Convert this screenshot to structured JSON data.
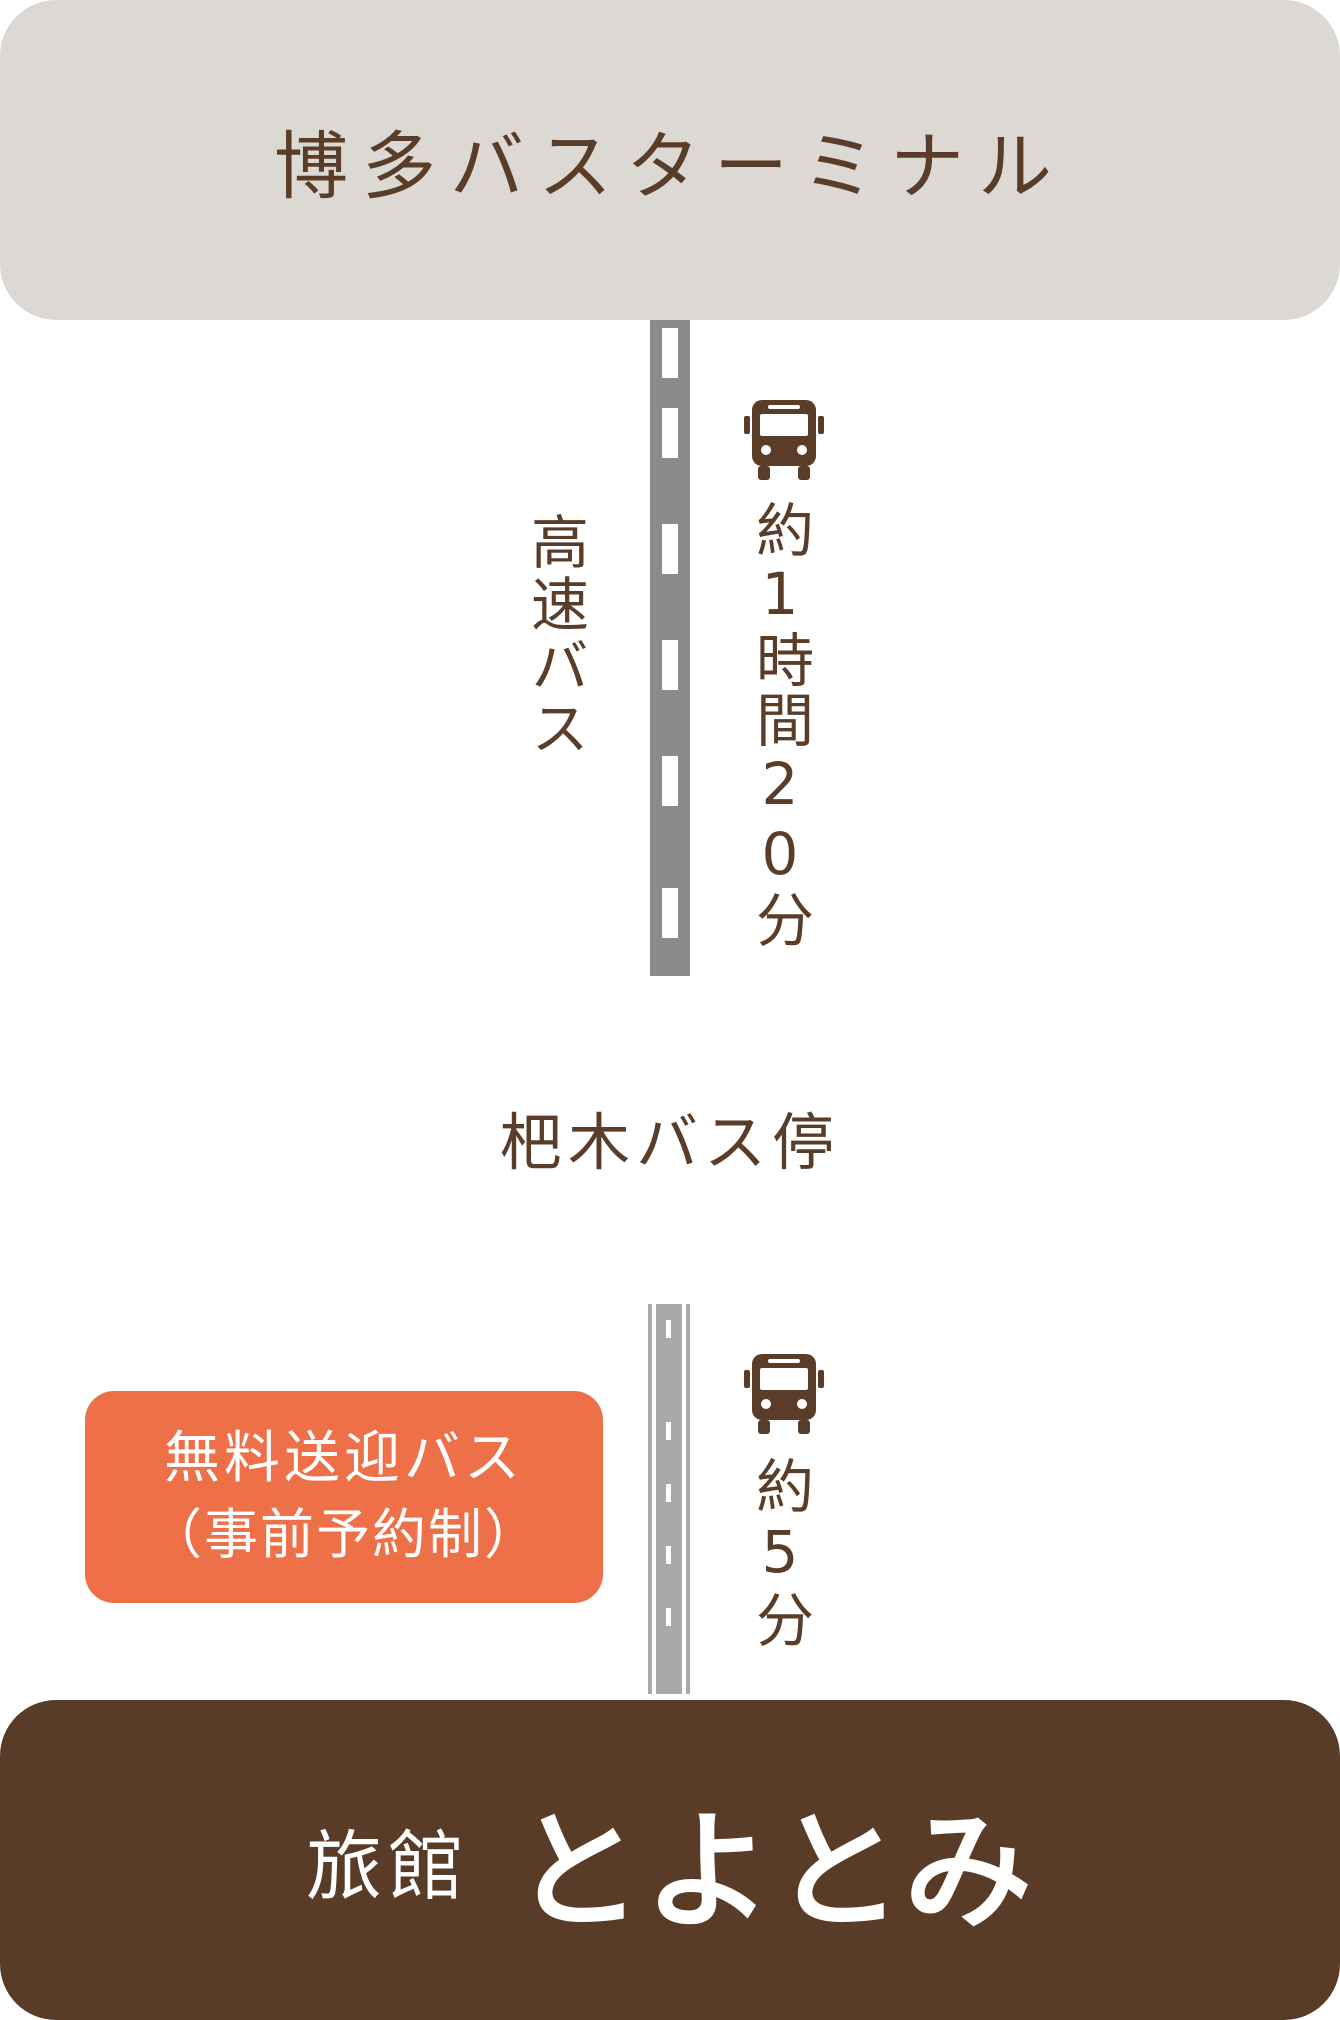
{
  "start": {
    "title": "博多バスターミナル"
  },
  "leg1": {
    "mode_label": "高速バス",
    "duration": "約1時間20分",
    "bus_icon": "bus-icon"
  },
  "stop": {
    "label": "杷木バス停"
  },
  "leg2": {
    "duration": "約5分",
    "bus_icon": "bus-icon",
    "shuttle_line1": "無料送迎バス",
    "shuttle_line2": "（事前予約制）"
  },
  "destination": {
    "prefix": "旅館",
    "name": "とよとみ"
  },
  "colors": {
    "top_box": "#dcd9d5",
    "text_brown": "#5a3d28",
    "highway": "#8a8a8a",
    "local_road": "#a9a9a9",
    "shuttle_badge": "#ee7049",
    "bottom_box": "#583c28"
  }
}
